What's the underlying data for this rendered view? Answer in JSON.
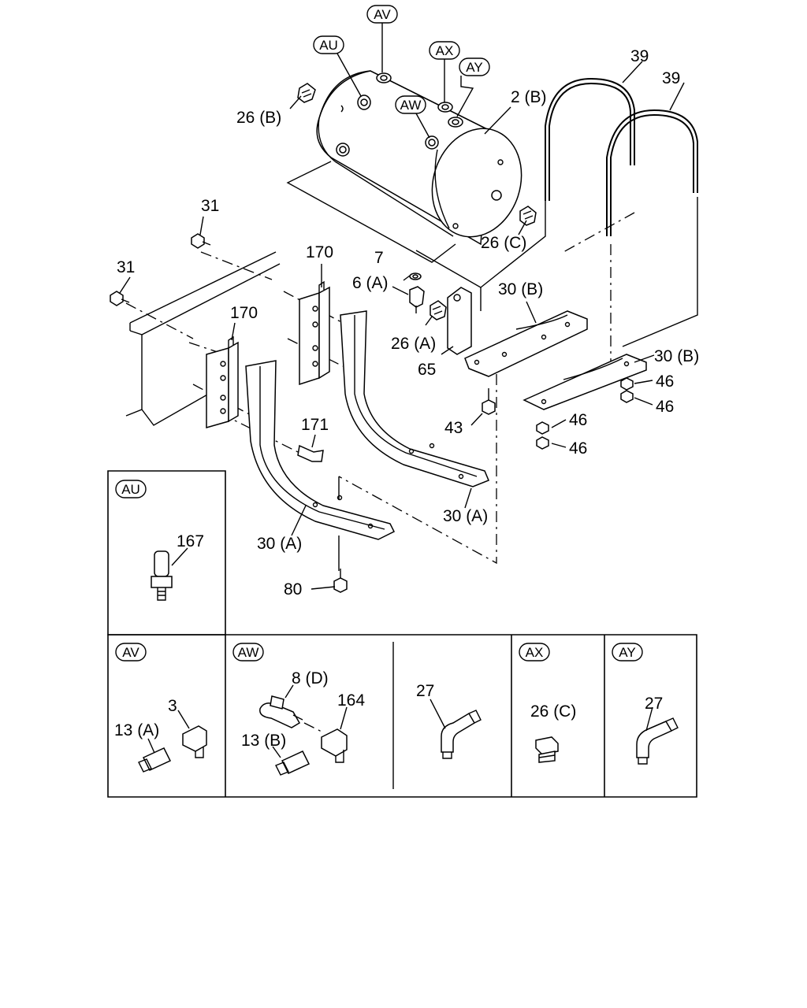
{
  "diagram": {
    "callouts": {
      "p26b": "26 (B)",
      "p2b": "2 (B)",
      "p26c": "26 (C)",
      "p39a": "39",
      "p39b": "39",
      "p31a": "31",
      "p31b": "31",
      "p170a": "170",
      "p170b": "170",
      "p7": "7",
      "p6a": "6 (A)",
      "p26a": "26 (A)",
      "p65": "65",
      "p30b1": "30 (B)",
      "p30b2": "30 (B)",
      "p46a": "46",
      "p46b": "46",
      "p46c": "46",
      "p46d": "46",
      "p43": "43",
      "p171": "171",
      "p30a1": "30 (A)",
      "p30a2": "30 (A)",
      "p80": "80"
    },
    "view_tags": {
      "av": "AV",
      "au": "AU",
      "ax": "AX",
      "ay": "AY",
      "aw": "AW"
    },
    "detail_panels": {
      "au": {
        "tag": "AU",
        "labels": [
          "167"
        ]
      },
      "av": {
        "tag": "AV",
        "labels": [
          "3",
          "13 (A)"
        ]
      },
      "aw": {
        "tag": "AW",
        "labels": [
          "8 (D)",
          "164",
          "13 (B)",
          "27"
        ]
      },
      "ax": {
        "tag": "AX",
        "labels": [
          "26 (C)"
        ]
      },
      "ay": {
        "tag": "AY",
        "labels": [
          "27"
        ]
      }
    }
  }
}
